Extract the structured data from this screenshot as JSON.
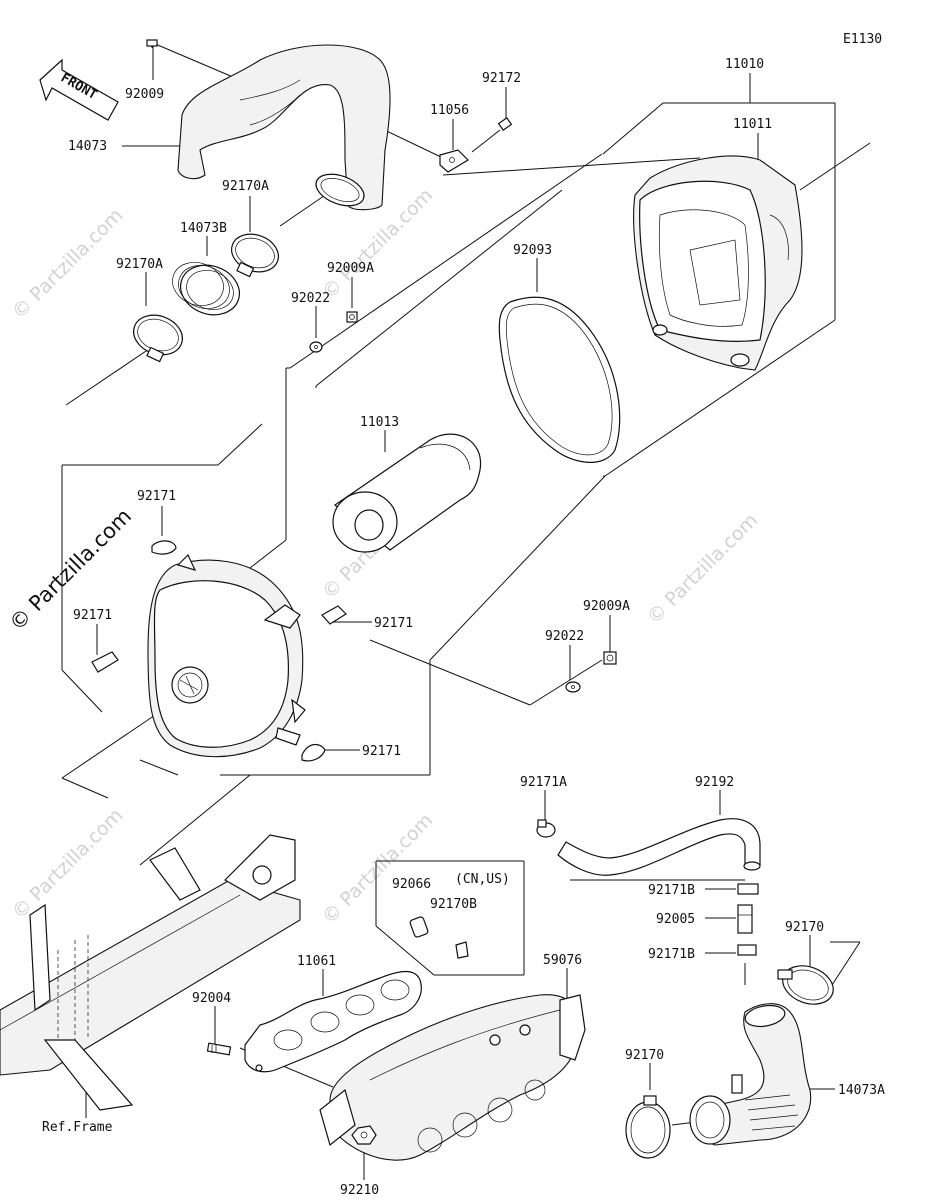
{
  "diagram_code": "E1130",
  "front_arrow_label": "FRONT",
  "watermark": "© Partzilla.com",
  "note_cn_us": "(CN,US)",
  "ref_frame_label": "Ref.Frame",
  "labels": {
    "p92009": "92009",
    "p14073": "14073",
    "p92170A_top": "92170A",
    "p14073B": "14073B",
    "p92170A_left": "92170A",
    "p92009A_upper": "92009A",
    "p92022_upper": "92022",
    "p11056": "11056",
    "p92172": "92172",
    "p11010": "11010",
    "p11011": "11011",
    "p92093": "92093",
    "p11013": "11013",
    "p92171_a": "92171",
    "p92171_b": "92171",
    "p92171_c": "92171",
    "p92171_d": "92171",
    "p92009A_lower": "92009A",
    "p92022_lower": "92022",
    "p92171A": "92171A",
    "p92192": "92192",
    "p92171B_a": "92171B",
    "p92005": "92005",
    "p92171B_b": "92171B",
    "p92170_right": "92170",
    "p92066": "92066",
    "p92170B": "92170B",
    "p11061": "11061",
    "p59076": "59076",
    "p92004": "92004",
    "p14073A": "14073A",
    "p92170_bottom": "92170",
    "p92210": "92210"
  }
}
